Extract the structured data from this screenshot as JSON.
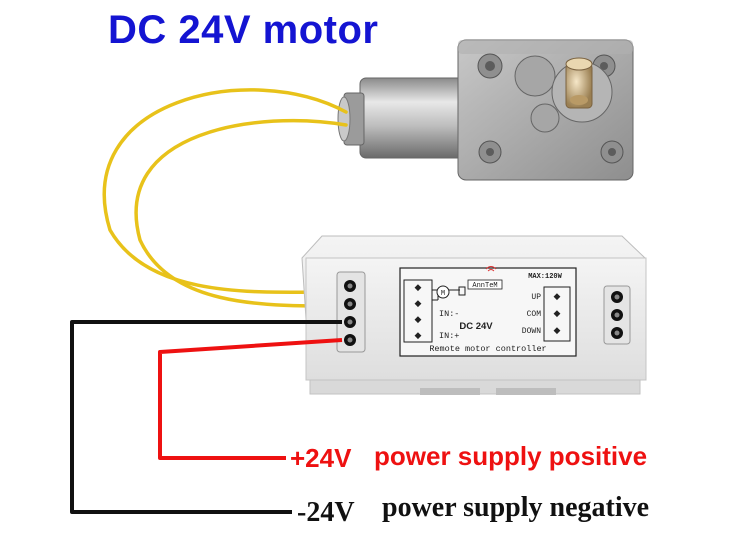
{
  "title": "DC 24V motor",
  "controller": {
    "brand": "AnnTeM",
    "max_power": "MAX:120W",
    "voltage": "DC 24V",
    "motor_symbol": "M",
    "input_negative": "IN:-",
    "input_positive": "IN:+",
    "up_label": "UP",
    "com_label": "COM",
    "down_label": "DOWN",
    "subtitle": "Remote motor controller"
  },
  "power_positive": {
    "voltage": "+24V",
    "text": "power supply positive"
  },
  "power_negative": {
    "voltage": "-24V",
    "text": "power supply negative"
  },
  "colors": {
    "title": "#1414d2",
    "positive_wire": "#ee1111",
    "negative_wire": "#111111",
    "motor_wire": "#e8c21a"
  }
}
